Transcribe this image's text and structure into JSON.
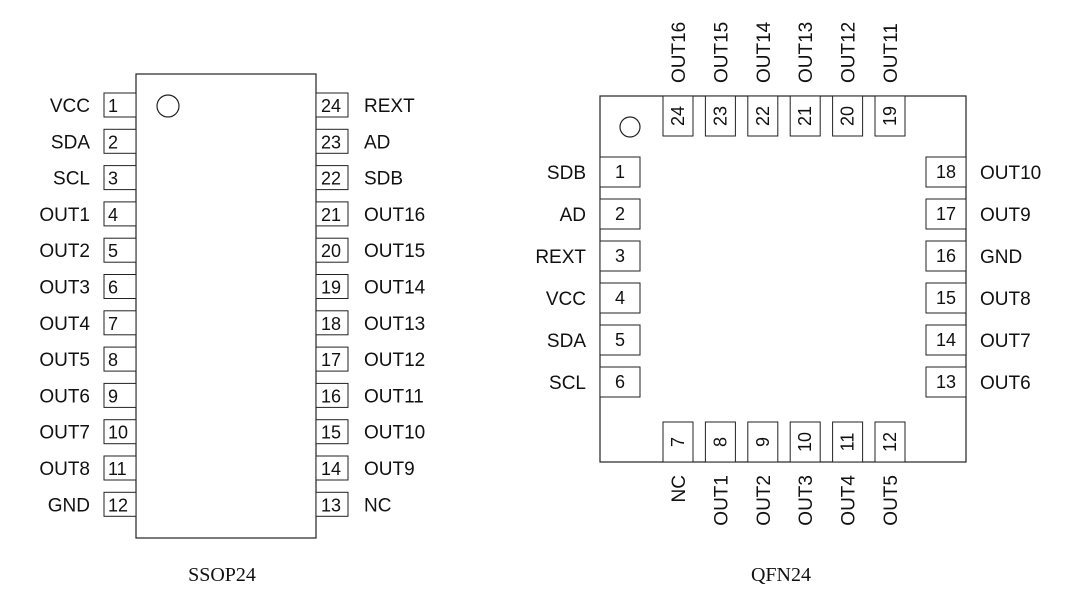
{
  "ssop": {
    "caption": "SSOP24",
    "left_pins": [
      {
        "num": "1",
        "label": "VCC"
      },
      {
        "num": "2",
        "label": "SDA"
      },
      {
        "num": "3",
        "label": "SCL"
      },
      {
        "num": "4",
        "label": "OUT1"
      },
      {
        "num": "5",
        "label": "OUT2"
      },
      {
        "num": "6",
        "label": "OUT3"
      },
      {
        "num": "7",
        "label": "OUT4"
      },
      {
        "num": "8",
        "label": "OUT5"
      },
      {
        "num": "9",
        "label": "OUT6"
      },
      {
        "num": "10",
        "label": "OUT7"
      },
      {
        "num": "11",
        "label": "OUT8"
      },
      {
        "num": "12",
        "label": "GND"
      }
    ],
    "right_pins": [
      {
        "num": "24",
        "label": "REXT"
      },
      {
        "num": "23",
        "label": "AD"
      },
      {
        "num": "22",
        "label": "SDB"
      },
      {
        "num": "21",
        "label": "OUT16"
      },
      {
        "num": "20",
        "label": "OUT15"
      },
      {
        "num": "19",
        "label": "OUT14"
      },
      {
        "num": "18",
        "label": "OUT13"
      },
      {
        "num": "17",
        "label": "OUT12"
      },
      {
        "num": "16",
        "label": "OUT11"
      },
      {
        "num": "15",
        "label": "OUT10"
      },
      {
        "num": "14",
        "label": "OUT9"
      },
      {
        "num": "13",
        "label": "NC"
      }
    ]
  },
  "qfn": {
    "caption": "QFN24",
    "left_pins": [
      {
        "num": "1",
        "label": "SDB"
      },
      {
        "num": "2",
        "label": "AD"
      },
      {
        "num": "3",
        "label": "REXT"
      },
      {
        "num": "4",
        "label": "VCC"
      },
      {
        "num": "5",
        "label": "SDA"
      },
      {
        "num": "6",
        "label": "SCL"
      }
    ],
    "bottom_pins": [
      {
        "num": "7",
        "label": "NC"
      },
      {
        "num": "8",
        "label": "OUT1"
      },
      {
        "num": "9",
        "label": "OUT2"
      },
      {
        "num": "10",
        "label": "OUT3"
      },
      {
        "num": "11",
        "label": "OUT4"
      },
      {
        "num": "12",
        "label": "OUT5"
      }
    ],
    "right_pins": [
      {
        "num": "18",
        "label": "OUT10"
      },
      {
        "num": "17",
        "label": "OUT9"
      },
      {
        "num": "16",
        "label": "GND"
      },
      {
        "num": "15",
        "label": "OUT8"
      },
      {
        "num": "14",
        "label": "OUT7"
      },
      {
        "num": "13",
        "label": "OUT6"
      }
    ],
    "top_pins": [
      {
        "num": "24",
        "label": "OUT16"
      },
      {
        "num": "23",
        "label": "OUT15"
      },
      {
        "num": "22",
        "label": "OUT14"
      },
      {
        "num": "21",
        "label": "OUT13"
      },
      {
        "num": "20",
        "label": "OUT12"
      },
      {
        "num": "19",
        "label": "OUT11"
      }
    ]
  }
}
